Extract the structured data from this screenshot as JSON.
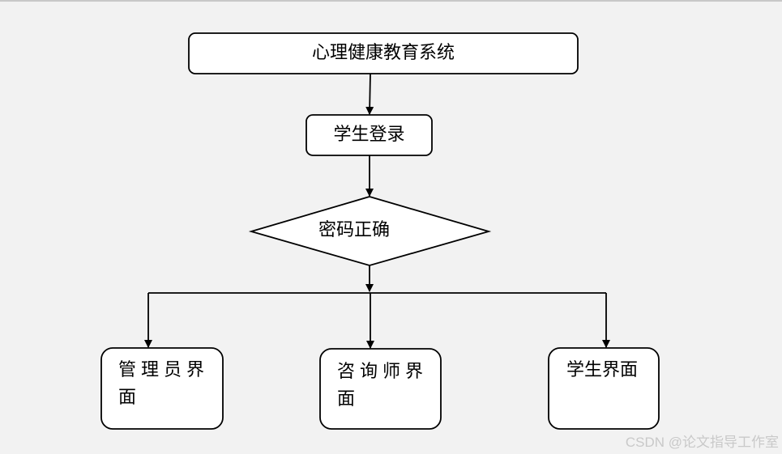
{
  "diagram": {
    "nodes": {
      "system": "心理健康教育系统",
      "student_login": "学生登录",
      "password_check": "密码正确",
      "admin_ui": "管理员界面",
      "counselor_ui": "咨询师界面",
      "student_ui": "学生界面"
    },
    "edges": [
      {
        "from": "system",
        "to": "student_login"
      },
      {
        "from": "student_login",
        "to": "password_check"
      },
      {
        "from": "password_check",
        "to": "admin_ui"
      },
      {
        "from": "password_check",
        "to": "counselor_ui"
      },
      {
        "from": "password_check",
        "to": "student_ui"
      }
    ]
  },
  "watermark": "CSDN @论文指导工作室",
  "colors": {
    "background": "#f2f2f2",
    "stroke": "#000000",
    "node_fill": "#ffffff"
  }
}
